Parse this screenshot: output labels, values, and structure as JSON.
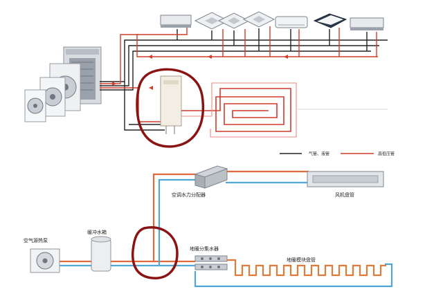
{
  "legend": {
    "gas_liquid_pipe": "气管、液管",
    "high_low_pressure_pipe": "高低压管"
  },
  "labels": {
    "water_distributor": "空调水力分配器",
    "fan_coil": "风机盘管",
    "air_source_heat_pump": "空气源热泵",
    "buffer_tank": "缓冲水箱",
    "floor_heating_manifold": "地暖分集水器",
    "floor_heating_coil": "地暖模块盘管"
  },
  "colors": {
    "black_pipe": "#222222",
    "red_pipe": "#d23a2a",
    "hot_water": "#e0683a",
    "cold_water": "#4fa6d8",
    "annotation_circle": "#8a1414",
    "floor_coil": "#e07a3a"
  }
}
